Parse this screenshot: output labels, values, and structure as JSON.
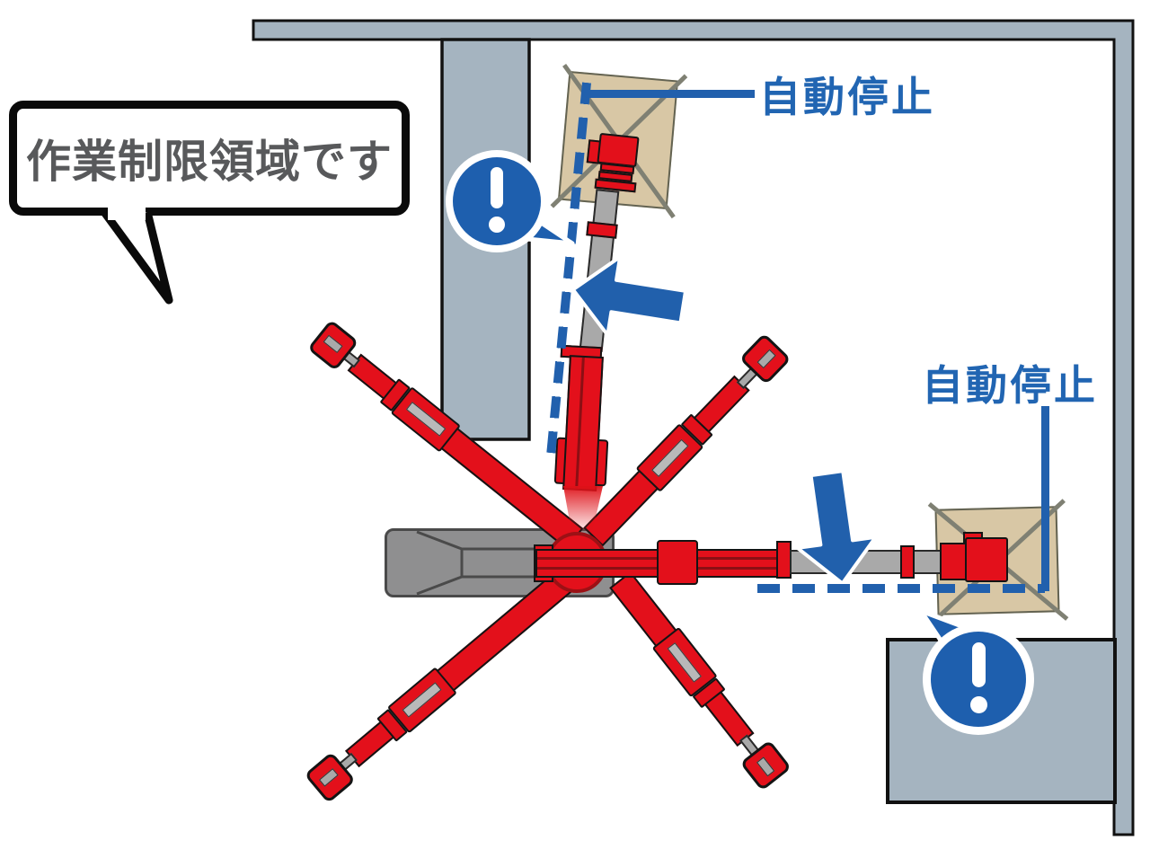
{
  "speech_bubble": {
    "text": "作業制限領域です"
  },
  "callouts": {
    "top": {
      "label": "自動停止"
    },
    "right": {
      "label": "自動停止"
    }
  },
  "warning_badges": [
    {
      "icon": "exclamation-icon",
      "position": "near-upper-wall"
    },
    {
      "icon": "exclamation-icon",
      "position": "near-lower-right-block"
    }
  ],
  "arrows": [
    {
      "icon": "arrow-left-icon",
      "meaning": "boom swings toward left limit"
    },
    {
      "icon": "arrow-down-icon",
      "meaning": "boom swings toward lower limit"
    }
  ],
  "colors": {
    "accent_blue": "#2160ad",
    "label_blue": "#2165b2",
    "machine_red": "#e3101b",
    "wall_gray": "#a5b4c0",
    "body_gray": "#8f8f90",
    "platform_tan": "#d8c7a5",
    "beam_gray": "#a9a9a9",
    "bubble_text_gray": "#58595b"
  }
}
